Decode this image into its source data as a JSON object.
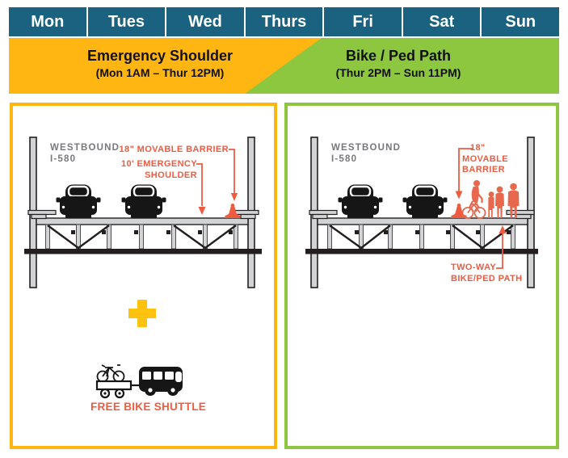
{
  "week": {
    "days": [
      "Mon",
      "Tues",
      "Wed",
      "Thurs",
      "Fri",
      "Sat",
      "Sun"
    ]
  },
  "periods": {
    "emergency_shoulder": {
      "title": "Emergency Shoulder",
      "time_range": "(Mon 1AM – Thur 12PM)"
    },
    "bike_ped_path": {
      "title": "Bike / Ped Path",
      "time_range": "(Thur 2PM – Sun 11PM)"
    }
  },
  "left_panel": {
    "road_name": "WESTBOUND",
    "road_number": "I-580",
    "barrier_label": "18\" MOVABLE BARRIER",
    "shoulder_label_line1": "10' EMERGENCY",
    "shoulder_label_line2": "SHOULDER",
    "shuttle_caption": "FREE BIKE SHUTTLE"
  },
  "right_panel": {
    "road_name": "WESTBOUND",
    "road_number": "I-580",
    "barrier_label_line1": "18\"",
    "barrier_label_line2": "MOVABLE",
    "barrier_label_line3": "BARRIER",
    "path_label_line1": "TWO-WAY",
    "path_label_line2": "BIKE/PED PATH"
  },
  "colors": {
    "day_band_teal": "#1A627F",
    "emergency_orange": "#FFB612",
    "bike_green": "#8DC63F",
    "annotation_red": "#EE5B40",
    "figure_red": "#E8684E",
    "road_label_gray": "#77787B",
    "plus_yellow": "#FFC20E"
  }
}
